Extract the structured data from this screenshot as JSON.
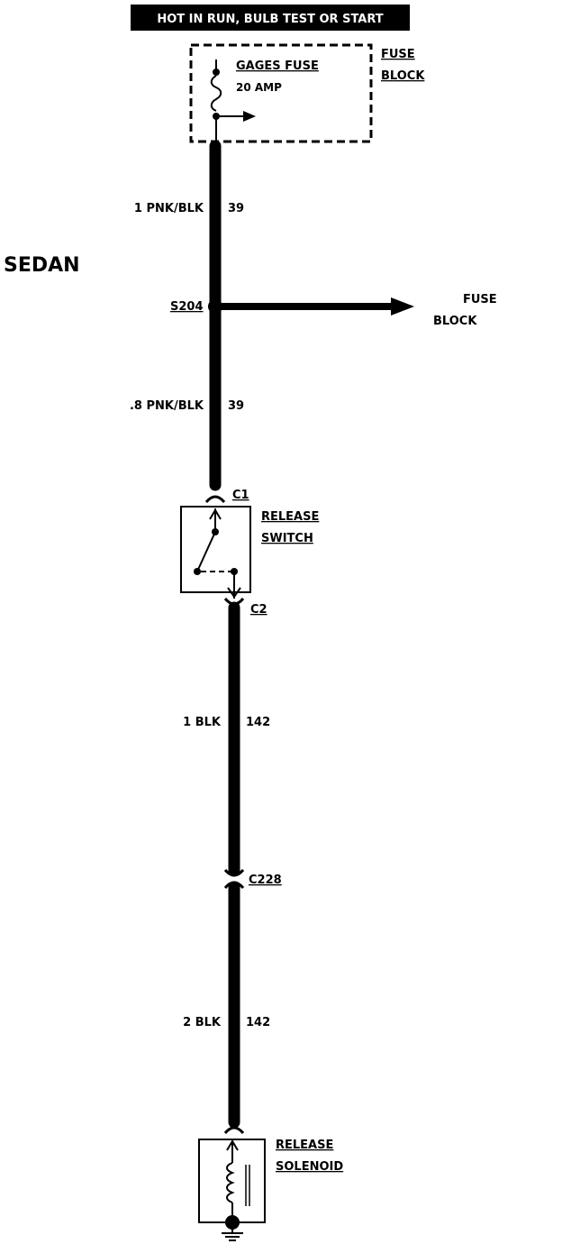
{
  "header": {
    "power_label": "HOT IN RUN, BULB TEST OR START"
  },
  "fuse": {
    "name": "GAGES FUSE",
    "rating": "20 AMP",
    "location_line1": "FUSE",
    "location_line2": "BLOCK"
  },
  "model": "SEDAN",
  "wires": {
    "w1_gauge_color": "1 PNK/BLK",
    "w1_circuit": "39",
    "w2_gauge_color": ".8 PNK/BLK",
    "w2_circuit": "39",
    "w3_gauge_color": "1 BLK",
    "w3_circuit": "142",
    "w4_gauge_color": "2 BLK",
    "w4_circuit": "142"
  },
  "splice": {
    "id": "S204",
    "dest_line1": "FUSE",
    "dest_line2": "BLOCK"
  },
  "connectors": {
    "c1": "C1",
    "c2": "C2",
    "c228": "C228"
  },
  "switch": {
    "line1": "RELEASE",
    "line2": "SWITCH"
  },
  "solenoid": {
    "line1": "RELEASE",
    "line2": "SOLENOID"
  }
}
